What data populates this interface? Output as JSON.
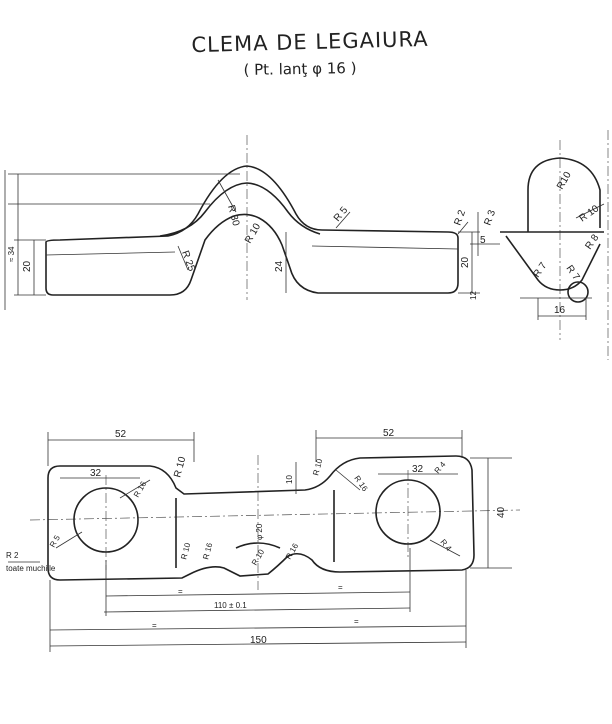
{
  "title": "CLEMA  DE  LEGAIURA",
  "subtitle": "( Pt. lanţ  φ 16 )",
  "side_view": {
    "labels": {
      "r30": "R 30",
      "r10": "R 10",
      "r5": "R 5",
      "r25": "R 25",
      "r2": "R 2",
      "h20_left": "20",
      "h34": "≈ 34",
      "h24": "24",
      "h20_right": "20",
      "h12": "12"
    }
  },
  "section_view": {
    "labels": {
      "r10_top": "R10",
      "r10_right": "R 10",
      "r3": "R 3",
      "r8": "R 8",
      "r7_left": "R 7",
      "r7_right": "R 7",
      "h5": "5",
      "w16": "16"
    }
  },
  "plan_view": {
    "labels": {
      "d52_left": "52",
      "d52_right": "52",
      "d32_left": "32",
      "d32_right": "32",
      "r10_a": "R 10",
      "r16_a": "R 16",
      "r10_b": "R 10",
      "r16_b": "R 16",
      "r10_c": "R 10",
      "r16_c": "R 16",
      "r4_top": "R 4",
      "r4_bottom": "R 4",
      "dia20": "φ 20",
      "r5_left": "R 5",
      "h10": "10",
      "h40": "40",
      "d110": "110 ± 0.1",
      "d150": "150",
      "eq": "=",
      "muchii_a": "R 2",
      "muchii_b": "toate muchiile",
      "r10_mid": "R 10",
      "r10_bot": "R 10"
    }
  }
}
